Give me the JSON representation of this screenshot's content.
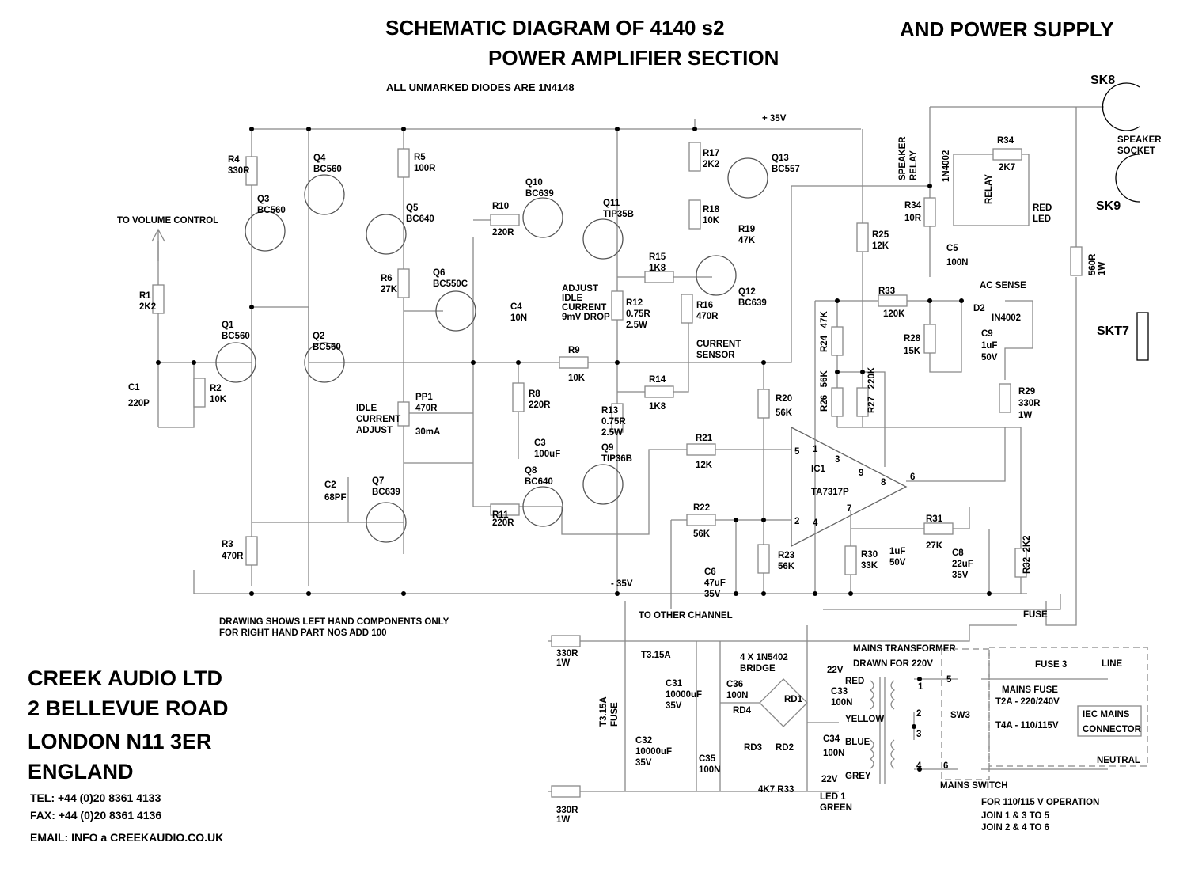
{
  "title": {
    "line1": "SCHEMATIC DIAGRAM OF 4140 s2",
    "line2": "POWER AMPLIFIER SECTION",
    "right": "AND POWER SUPPLY",
    "note": "ALL UNMARKED DIODES ARE 1N4148"
  },
  "company": {
    "name": "CREEK AUDIO LTD",
    "street": "2 BELLEVUE ROAD",
    "city": "LONDON N11 3ER",
    "country": "ENGLAND",
    "tel": "TEL: +44 (0)20 8361 4133",
    "fax": "FAX: +44 (0)20 8361 4136",
    "email": "EMAIL: INFO a CREEKAUDIO.CO.UK"
  },
  "notes": {
    "drawing": "DRAWING SHOWS LEFT HAND COMPONENTS ONLY\nFOR RIGHT HAND PART NOS ADD 100",
    "op110": "FOR 110/115 V OPERATION",
    "join1": "JOIN 1 & 3 TO 5",
    "join2": "JOIN 2 & 4 TO 6",
    "to_volume": "TO VOLUME CONTROL",
    "to_other": "TO OTHER CHANNEL",
    "idle_adj": "IDLE\nCURRENT\nADJUST",
    "adjust_idle": "ADJUST\nIDLE\nCURRENT\n9mV DROP",
    "current_sensor": "CURRENT\nSENSOR",
    "ac_sense": "AC SENSE",
    "mains_tx": "MAINS TRANSFORMER",
    "drawn_for": "DRAWN FOR 220V",
    "mains_switch": "MAINS SWITCH",
    "mains_fuse": "MAINS FUSE",
    "t2a": "T2A - 220/240V",
    "t4a": "T4A - 110/115V",
    "iec": "IEC MAINS\nCONNECTOR",
    "line": "LINE",
    "neutral": "NEUTRAL",
    "fuse": "FUSE",
    "fuse3": "FUSE 3",
    "sw3": "SW3",
    "speaker_socket": "SPEAKER\nSOCKET",
    "speaker_relay": "SPEAKER\nRELAY",
    "relay": "RELAY",
    "bridge": "4 X 1N5402\nBRIDGE",
    "t315a": "T3.15A",
    "t315a_fuse": "T3.15A\nFUSE",
    "led1": "LED 1\nGREEN",
    "r33_4k7": "4K7 R33"
  },
  "rails": {
    "pos": "+ 35V",
    "neg": "- 35V",
    "v22a": "22V",
    "v22b": "22V"
  },
  "wires": {
    "red": "RED",
    "yellow": "YELLOW",
    "blue": "BLUE",
    "grey": "GREY"
  },
  "pins": {
    "p1": "1",
    "p2": "2",
    "p3": "3",
    "p4": "4",
    "p5": "5",
    "p6": "6",
    "ic5": "5",
    "ic1": "1",
    "ic3": "3",
    "ic9": "9",
    "ic8": "8",
    "ic6": "6",
    "ic2": "2",
    "ic4": "4",
    "ic7": "7"
  },
  "connectors": {
    "sk8": "SK8",
    "sk9": "SK9",
    "skt7": "SKT7"
  },
  "parts": {
    "r4": "R4\n330R",
    "q4": "Q4\nBC560",
    "r5": "R5\n100R",
    "q3": "Q3\nBC560",
    "q5": "Q5\nBC640",
    "q10": "Q10\nBC639",
    "q11": "Q11\nTIP35B",
    "r10": "R10",
    "r10v": "220R",
    "r17": "R17\n2K2",
    "q13": "Q13\nBC557",
    "r18": "R18\n10K",
    "r19": "R19\n47K",
    "r25": "R25\n12K",
    "r6": "R6\n27K",
    "q6": "Q6\nBC550C",
    "c4": "C4\n10N",
    "r15": "R15\n1K8",
    "q12": "Q12\nBC639",
    "r16": "R16\n470R",
    "r12": "R12\n0.75R\n2.5W",
    "r1": "R1\n2K2",
    "q1": "Q1\nBC560",
    "q2": "Q2\nBC560",
    "r9": "R9",
    "r9v": "10K",
    "c1": "C1\n\n220P",
    "r2": "R2\n10K",
    "r14": "R14",
    "r14v": "1K8",
    "r8": "R8\n220R",
    "r13": "R13\n0.75R\n2.5W",
    "pp1": "PP1\n470R",
    "pp1i": "30mA",
    "c3": "C3\n100uF",
    "q9": "Q9\nTIP36B",
    "r20": "R20\n56K",
    "r21": "R21",
    "r21v": "12K",
    "r33": "R33",
    "r33v": "120K",
    "r24": "R24   47K",
    "r28": "R28\n15K",
    "c9": "C9\n1uF\n50V",
    "d2": "D2",
    "d2v": "IN4002",
    "r26": "R26   56K",
    "r27": "R27   220K",
    "r29": "R29\n330R\n1W",
    "ic1": "IC1",
    "ic1v": "TA7317P",
    "c2": "C2\n68PF",
    "q7": "Q7\nBC639",
    "q8": "Q8\nBC640",
    "r11": "R11",
    "r11v": "220R",
    "r22": "R22",
    "r22v": "56K",
    "c6": "C6\n47uF\n35V",
    "r23": "R23\n56K",
    "r30": "R30\n33K",
    "c7": "1uF\n50V",
    "r31": "R31",
    "r31v": "27K",
    "c8": "C8\n22uF\n35V",
    "r32": "R32  2K2",
    "r3": "R3\n470R",
    "r_330a": "330R\n1W",
    "r_330b": "330R\n1W",
    "c31": "C31\n10000uF\n35V",
    "c36": "C36\n100N",
    "rd1": "RD1",
    "c33": "C33\n100N",
    "rd4": "RD4",
    "c32": "C32\n10000uF\n35V",
    "rd3": "RD3",
    "rd2": "RD2",
    "c34": "C34\n\n100N",
    "c35": "C35\n100N",
    "r34a": "R34",
    "r34av": "2K7",
    "r34b": "R34\n\n10R",
    "c5": "C5\n\n100N",
    "d_relay": "1N4002",
    "red_led": "RED\nLED",
    "r560": "560R\n1W"
  }
}
